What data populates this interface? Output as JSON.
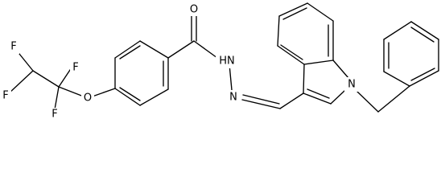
{
  "atoms": [
    {
      "id": "O1",
      "label": "O"
    },
    {
      "id": "N1",
      "label": "HN"
    },
    {
      "id": "N2",
      "label": "N"
    },
    {
      "id": "N3",
      "label": "N"
    },
    {
      "id": "O2",
      "label": "O"
    },
    {
      "id": "F1",
      "label": "F"
    },
    {
      "id": "F2",
      "label": "F"
    },
    {
      "id": "F3",
      "label": "F"
    },
    {
      "id": "F4",
      "label": "F"
    }
  ],
  "colors": {
    "background": "#ffffff",
    "bond": "#000000",
    "label": "#000000"
  }
}
